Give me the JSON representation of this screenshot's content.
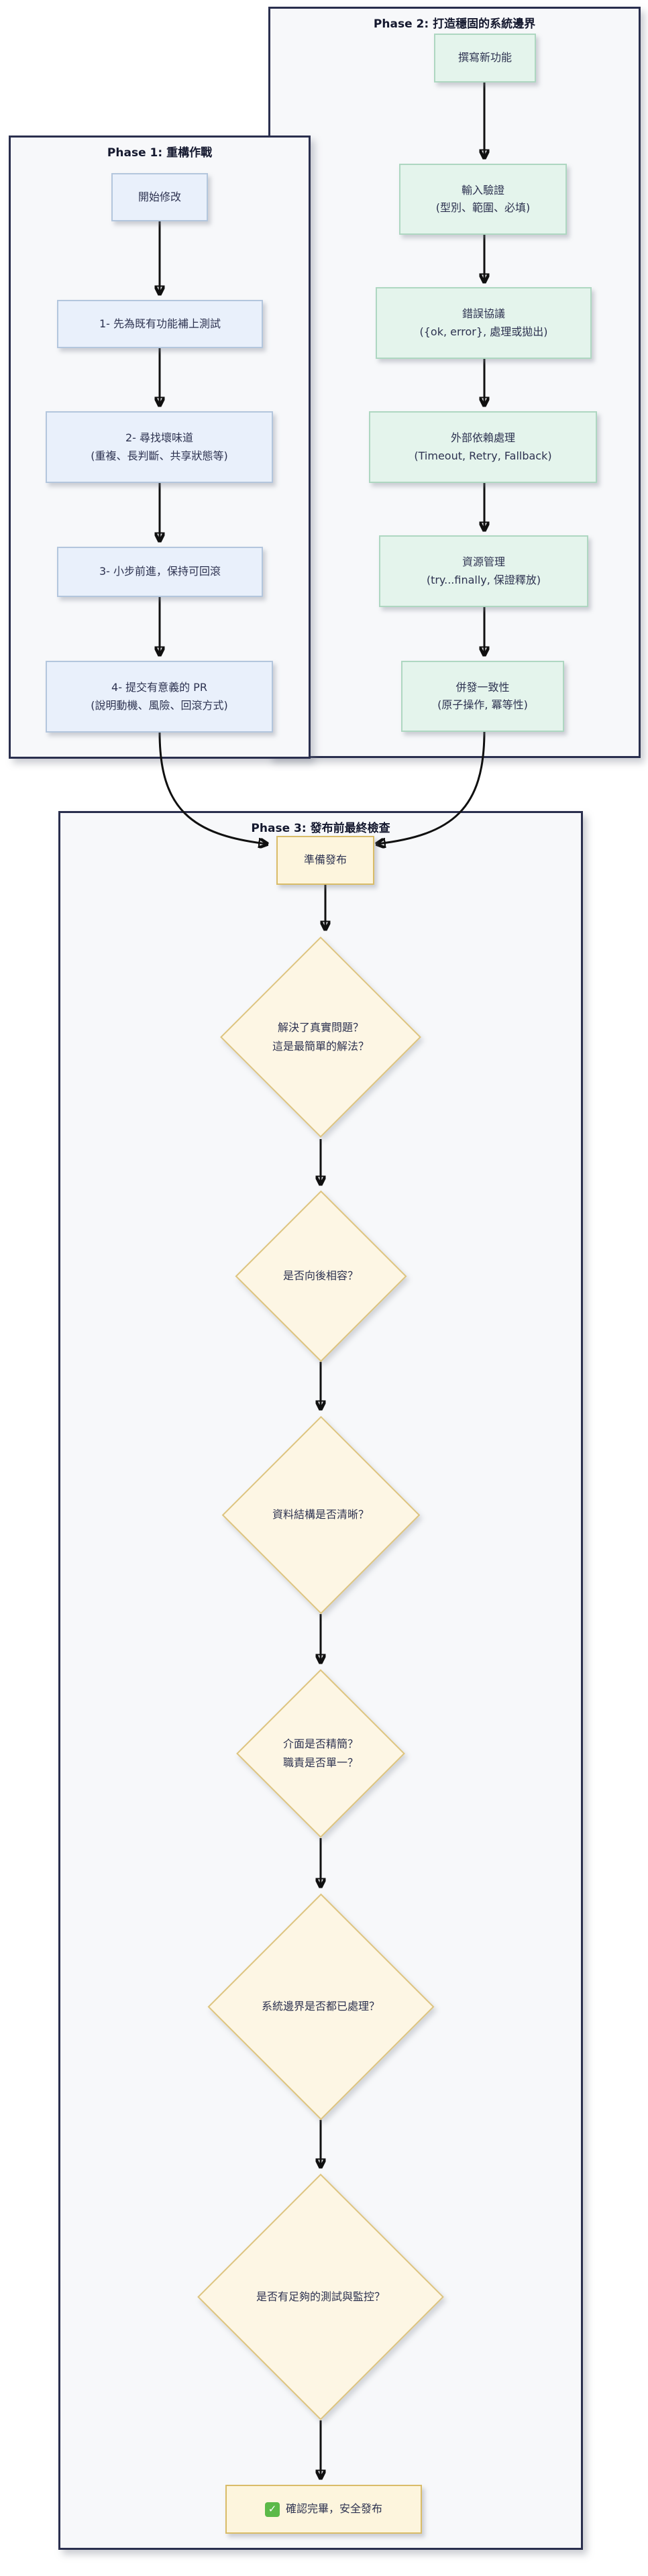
{
  "diagram": {
    "type": "flowchart",
    "background": "#ffffff",
    "colors": {
      "subgraph_fill": "#f7f8fa",
      "subgraph_border": "#2a2f4e",
      "blue_node_fill": "#e9f0fb",
      "blue_node_border": "#b3c6dd",
      "green_node_fill": "#e4f4ec",
      "green_node_border": "#aed7c1",
      "yellow_node_fill": "#fdf5dd",
      "yellow_node_border": "#d9bc68",
      "diamond_fill": "#fdf6e4",
      "diamond_border": "#ddc47f",
      "edge": "#101010",
      "text": "#2d3250"
    }
  },
  "phase1": {
    "title": "Phase 1: 重構作戰",
    "nodes": [
      {
        "lines": [
          "開始修改"
        ]
      },
      {
        "lines": [
          "1- 先為既有功能補上測試"
        ]
      },
      {
        "lines": [
          "2- 尋找壞味道",
          "(重複、長判斷、共享狀態等)"
        ]
      },
      {
        "lines": [
          "3- 小步前進，保持可回滾"
        ]
      },
      {
        "lines": [
          "4- 提交有意義的 PR",
          "(說明動機、風險、回滾方式)"
        ]
      }
    ]
  },
  "phase2": {
    "title": "Phase 2: 打造穩固的系統邊界",
    "nodes": [
      {
        "lines": [
          "撰寫新功能"
        ]
      },
      {
        "lines": [
          "輸入驗證",
          "(型別、範圍、必填)"
        ]
      },
      {
        "lines": [
          "錯誤協議",
          "({ok, error}, 處理或拋出)"
        ]
      },
      {
        "lines": [
          "外部依賴處理",
          "(Timeout, Retry, Fallback)"
        ]
      },
      {
        "lines": [
          "資源管理",
          "(try...finally, 保證釋放)"
        ]
      },
      {
        "lines": [
          "併發一致性",
          "(原子操作, 冪等性)"
        ]
      }
    ]
  },
  "phase3": {
    "title": "Phase 3: 發布前最終檢查",
    "start": {
      "label": "準備發布"
    },
    "decisions": [
      {
        "lines": [
          "解決了真實問題？",
          "這是最簡單的解法？"
        ]
      },
      {
        "lines": [
          "是否向後相容？"
        ]
      },
      {
        "lines": [
          "資料結構是否清晰？"
        ]
      },
      {
        "lines": [
          "介面是否精簡？",
          "職責是否單一？"
        ]
      },
      {
        "lines": [
          "系統邊界是否都已處理？"
        ]
      },
      {
        "lines": [
          "是否有足夠的測試與監控？"
        ]
      }
    ],
    "final": {
      "icon_glyph": "✓",
      "label": "確認完畢，安全發布"
    }
  }
}
